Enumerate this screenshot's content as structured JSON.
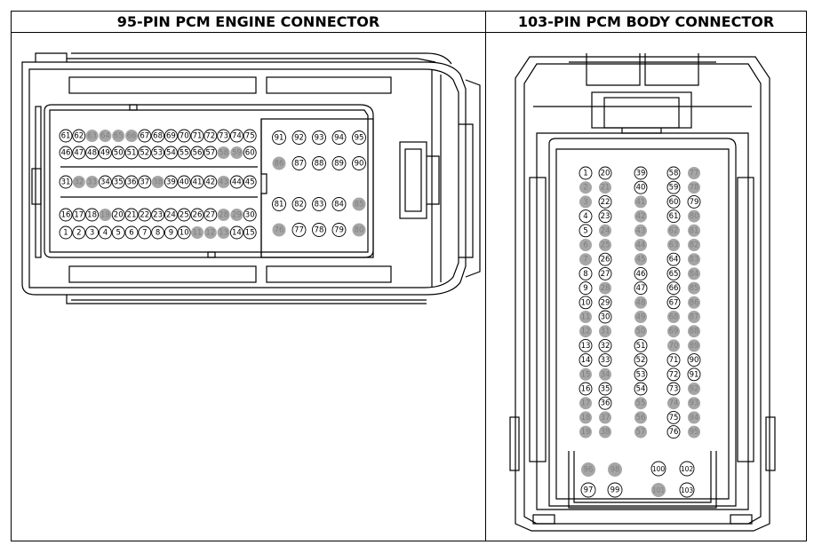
{
  "titles": {
    "engine": "95-PIN PCM ENGINE CONNECTOR",
    "body": "103-PIN PCM BODY CONNECTOR"
  },
  "colors": {
    "line": "#000000",
    "pin_outline": "#000000",
    "unused_pin_fill": "#a6a6a6",
    "unused_pin_text": "#7f7f7f",
    "used_pin_fill": "#ffffff"
  },
  "engine_connector": {
    "pin_rows": [
      {
        "pins": [
          61,
          62,
          63,
          64,
          65,
          66,
          67,
          68,
          69,
          70,
          71,
          72,
          73,
          74,
          75
        ],
        "unused": [
          63,
          64,
          65,
          66
        ]
      },
      {
        "pins": [
          46,
          47,
          48,
          49,
          50,
          51,
          52,
          53,
          54,
          55,
          56,
          57,
          58,
          59,
          60
        ],
        "unused": [
          58,
          59
        ]
      },
      {
        "pins": [
          31,
          32,
          33,
          34,
          35,
          36,
          37,
          38,
          39,
          40,
          41,
          42,
          43,
          44,
          45
        ],
        "unused": [
          32,
          33,
          38,
          43
        ]
      },
      {
        "pins": [
          16,
          17,
          18,
          19,
          20,
          21,
          22,
          23,
          24,
          25,
          26,
          27,
          28,
          29,
          30
        ],
        "unused": [
          19,
          28,
          29
        ]
      },
      {
        "pins": [
          1,
          2,
          3,
          4,
          5,
          6,
          7,
          8,
          9,
          10,
          11,
          12,
          13,
          14,
          15
        ],
        "unused": [
          11,
          12,
          13
        ]
      }
    ],
    "block_rows": [
      {
        "pins": [
          91,
          92,
          93,
          94,
          95
        ],
        "unused": []
      },
      {
        "pins": [
          86,
          87,
          88,
          89,
          90
        ],
        "unused": [
          86
        ]
      },
      {
        "pins": [
          81,
          82,
          83,
          84,
          85
        ],
        "unused": [
          85
        ]
      },
      {
        "pins": [
          76,
          77,
          78,
          79,
          80
        ],
        "unused": [
          76,
          80
        ]
      }
    ]
  },
  "body_connector": {
    "columns": [
      {
        "pins": [
          1,
          2,
          3,
          4,
          5,
          6,
          7,
          8,
          9,
          10,
          11,
          12,
          13,
          14,
          15,
          16,
          17,
          18,
          19
        ],
        "unused": [
          2,
          3,
          6,
          7,
          11,
          12,
          15,
          17,
          18,
          19
        ]
      },
      {
        "pins": [
          20,
          21,
          22,
          23,
          24,
          25,
          26,
          27,
          28,
          29,
          30,
          31,
          32,
          33,
          34,
          35,
          36,
          37,
          38
        ],
        "unused": [
          21,
          24,
          25,
          28,
          31,
          34,
          37,
          38
        ]
      },
      {
        "pins": [
          39,
          40,
          41,
          42,
          43,
          44,
          45,
          46,
          47,
          48,
          49,
          50,
          51,
          52,
          53,
          54,
          55,
          56,
          57
        ],
        "unused": [
          41,
          42,
          43,
          44,
          45,
          48,
          49,
          50,
          55,
          56,
          57
        ]
      },
      {
        "pins": [
          58,
          59,
          60,
          61,
          62,
          63,
          64,
          65,
          66,
          67,
          68,
          69,
          70,
          71,
          72,
          73,
          74,
          75,
          76
        ],
        "unused": [
          62,
          63,
          68,
          69,
          70,
          74
        ]
      },
      {
        "pins": [
          77,
          78,
          79,
          80,
          81,
          82,
          83,
          84,
          85,
          86,
          87,
          88,
          89,
          90,
          91,
          92,
          93,
          94,
          95
        ],
        "unused": [
          77,
          78,
          80,
          81,
          82,
          83,
          84,
          85,
          86,
          87,
          88,
          89,
          92,
          93,
          94,
          95
        ]
      }
    ],
    "bottom_pins": [
      {
        "pin": 96,
        "unused": true
      },
      {
        "pin": 98,
        "unused": true
      },
      {
        "pin": 100,
        "unused": false
      },
      {
        "pin": 102,
        "unused": false
      },
      {
        "pin": 97,
        "unused": false
      },
      {
        "pin": 99,
        "unused": false
      },
      {
        "pin": 101,
        "unused": true
      },
      {
        "pin": 103,
        "unused": false
      }
    ]
  }
}
